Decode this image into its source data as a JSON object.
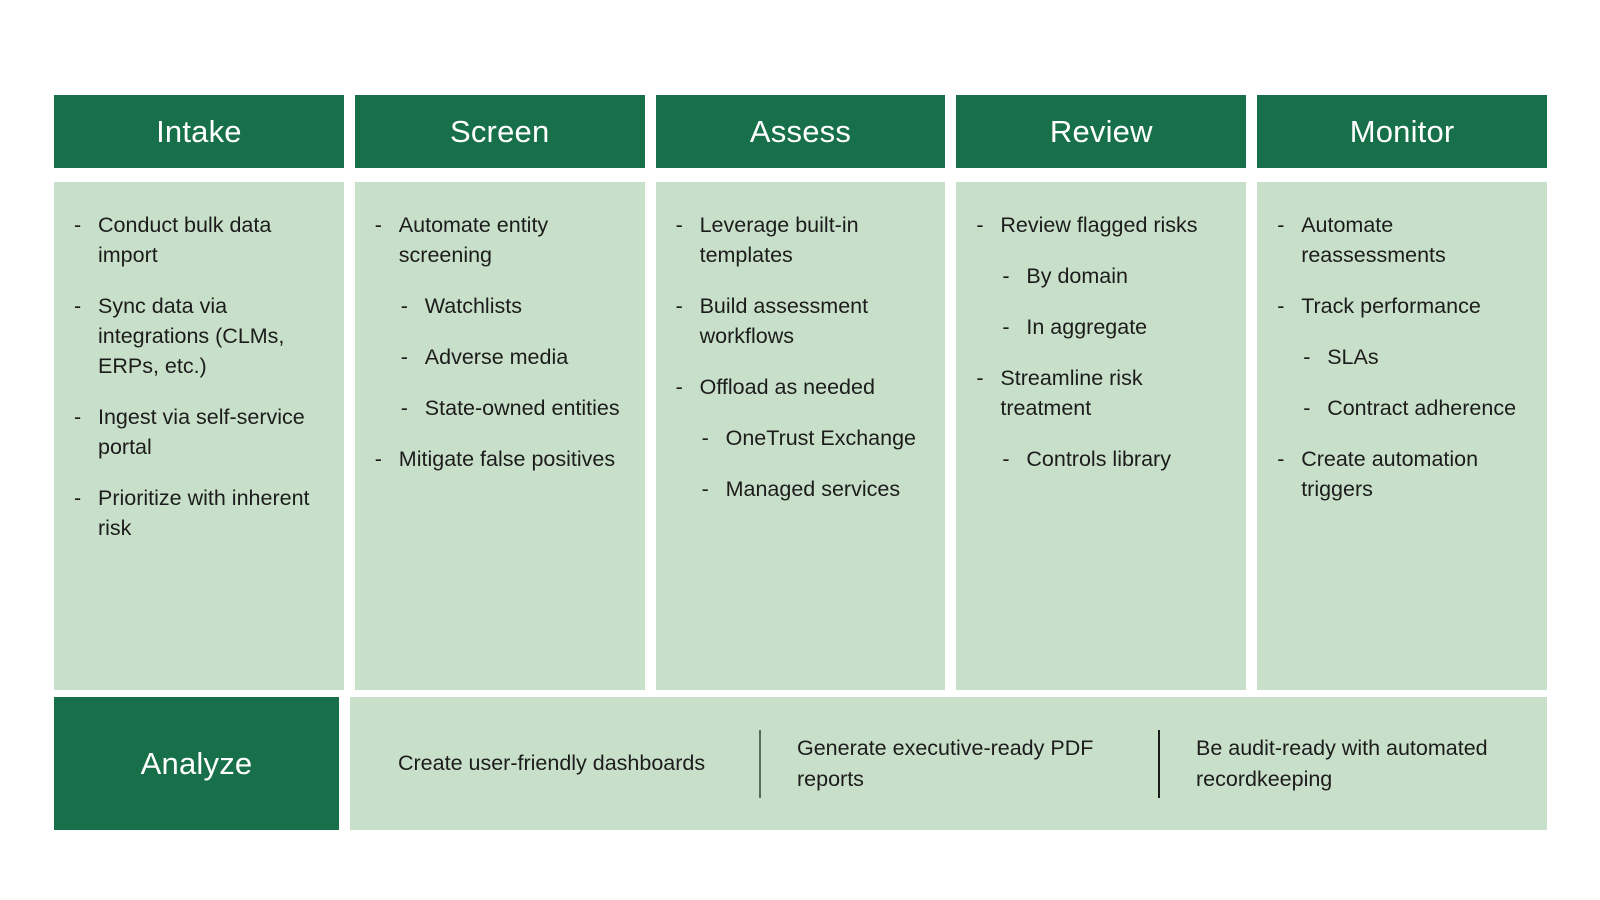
{
  "theme": {
    "header_green": "#177049",
    "panel_green": "#c8dfc9",
    "text_dark": "#1c1c1c",
    "header_text": "#ffffff",
    "separator_gray": "#5d6b60"
  },
  "stages": [
    {
      "title": "Intake",
      "items": [
        {
          "level": 1,
          "dash": "-",
          "text": "Conduct bulk data import"
        },
        {
          "level": 1,
          "dash": "-",
          "text": "Sync data via integrations (CLMs, ERPs, etc.)"
        },
        {
          "level": 1,
          "dash": "-",
          "text": "Ingest via self-service portal"
        },
        {
          "level": 1,
          "dash": "-",
          "text": "Prioritize with inherent risk"
        }
      ]
    },
    {
      "title": "Screen",
      "items": [
        {
          "level": 1,
          "dash": "-",
          "text": "Automate entity screening"
        },
        {
          "level": 2,
          "dash": "-",
          "text": "Watchlists"
        },
        {
          "level": 2,
          "dash": "-",
          "text": "Adverse media"
        },
        {
          "level": 2,
          "dash": "-",
          "text": "State-owned entities"
        },
        {
          "level": 1,
          "dash": "-",
          "text": "Mitigate false positives"
        }
      ]
    },
    {
      "title": "Assess",
      "items": [
        {
          "level": 1,
          "dash": "-",
          "text": "Leverage built-in templates"
        },
        {
          "level": 1,
          "dash": "-",
          "text": "Build assessment workflows"
        },
        {
          "level": 1,
          "dash": "-",
          "text": "Offload as needed"
        },
        {
          "level": 2,
          "dash": "-",
          "text": "OneTrust Exchange"
        },
        {
          "level": 2,
          "dash": "-",
          "text": "Managed services"
        }
      ]
    },
    {
      "title": "Review",
      "items": [
        {
          "level": 1,
          "dash": "-",
          "text": "Review flagged risks"
        },
        {
          "level": 2,
          "dash": "-",
          "text": "By domain"
        },
        {
          "level": 2,
          "dash": "-",
          "text": "In aggregate"
        },
        {
          "level": 1,
          "dash": "-",
          "text": "Streamline risk treatment"
        },
        {
          "level": 2,
          "dash": "-",
          "text": "Controls library"
        }
      ]
    },
    {
      "title": "Monitor",
      "items": [
        {
          "level": 1,
          "dash": "-",
          "text": "Automate reassessments"
        },
        {
          "level": 1,
          "dash": "-",
          "text": "Track performance"
        },
        {
          "level": 2,
          "dash": "-",
          "text": "SLAs"
        },
        {
          "level": 2,
          "dash": "-",
          "text": "Contract adherence"
        },
        {
          "level": 1,
          "dash": "-",
          "text": "Create automation triggers"
        }
      ]
    }
  ],
  "analyze": {
    "label": "Analyze",
    "items": [
      "Create user-friendly dashboards",
      "Generate executive-ready PDF reports",
      "Be audit-ready with automated recordkeeping"
    ]
  }
}
